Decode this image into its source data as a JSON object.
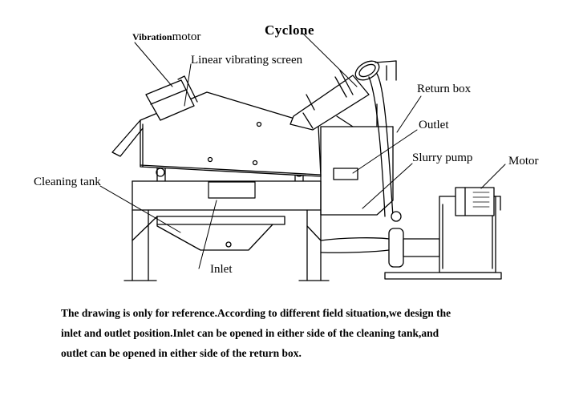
{
  "labels": {
    "cyclone": "Cyclone",
    "vibration_motor_prefix": "Vibration",
    "vibration_motor_suffix": "motor",
    "linear_vibrating_screen": "Linear vibrating screen",
    "return_box": "Return box",
    "outlet": "Outlet",
    "slurry_pump": "Slurry pump",
    "motor": "Motor",
    "cleaning_tank": "Cleaning tank",
    "inlet": "Inlet"
  },
  "note": {
    "line1": "The drawing is only for reference.According to different field situation,we design the",
    "line2": "inlet and outlet position.Inlet can be opened in either side of the cleaning tank,and",
    "line3": "outlet can be opened in either side of the return box."
  }
}
